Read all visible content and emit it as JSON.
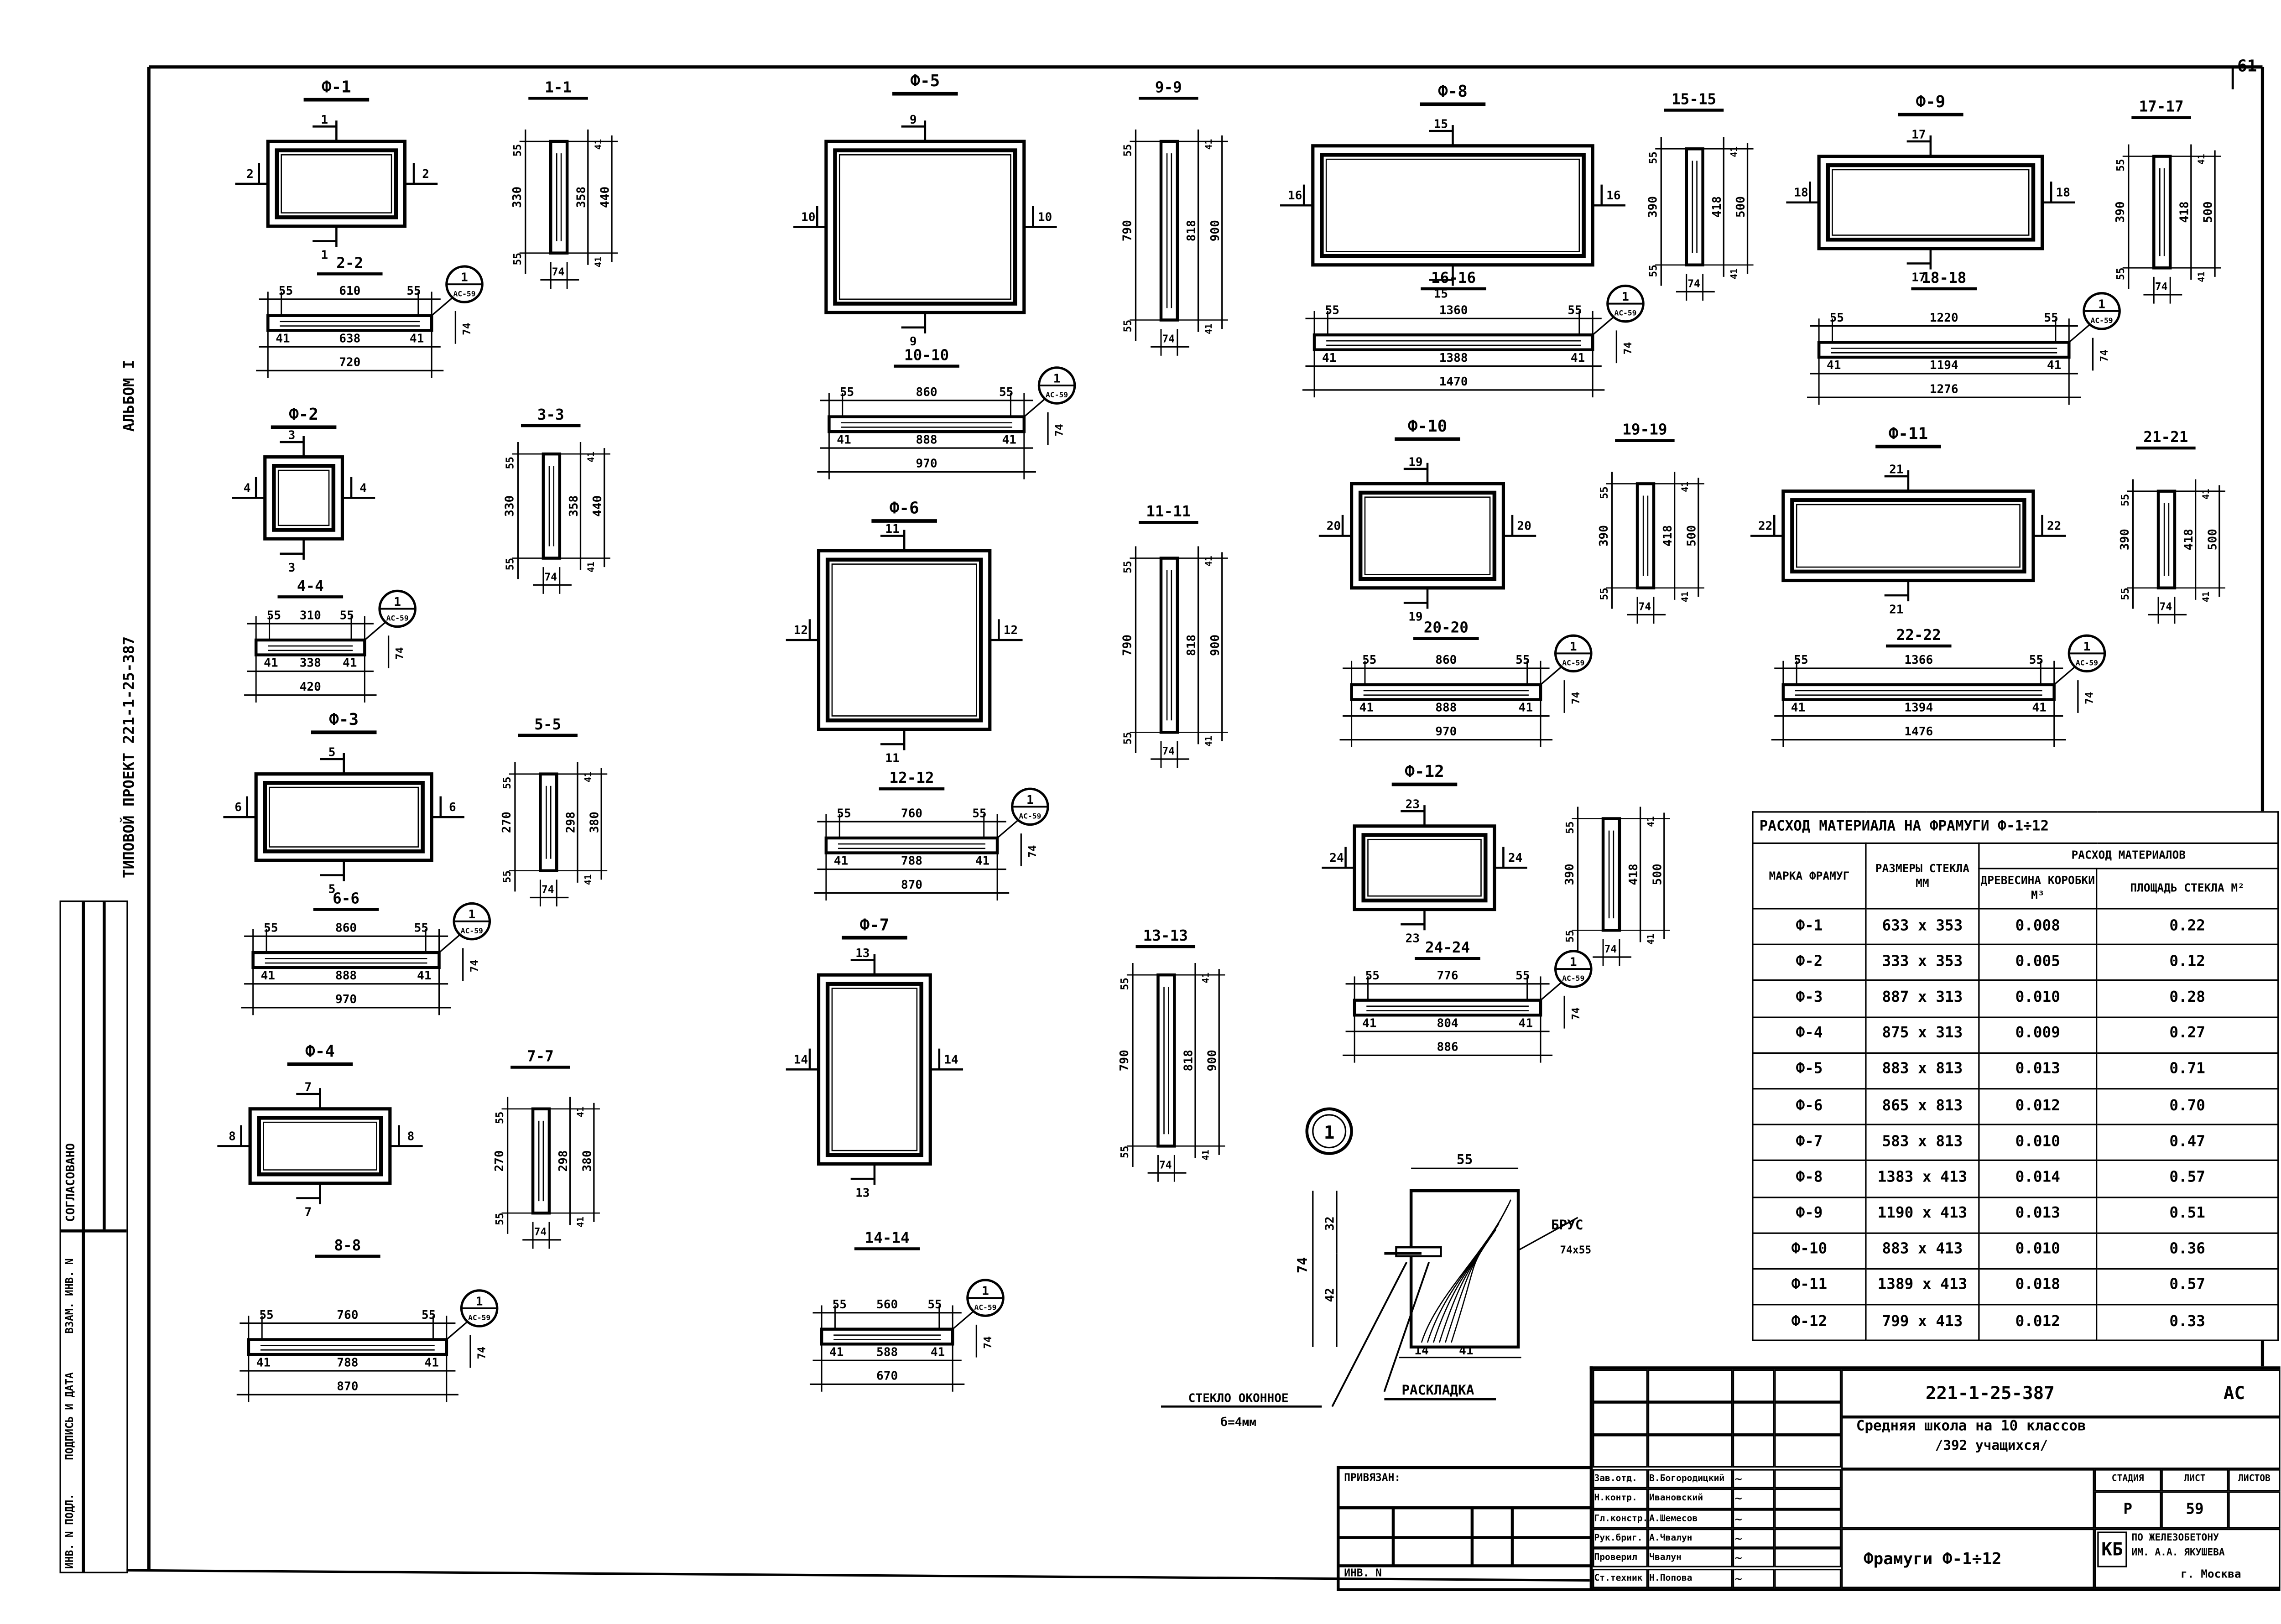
{
  "page_number": "61",
  "side": {
    "album": "АЛЬБОМ I",
    "project": "ТИПОВОЙ   ПРОЕКТ   221-1-25-387",
    "stamp": [
      "СОГЛАСОВАНО",
      "ВЗАМ. ИНВ. N",
      "ПОДПИСЬ И ДАТА",
      "ИНВ. N ПОДЛ."
    ]
  },
  "elevations": [
    {
      "title": "Ф-1",
      "marks": [
        "1",
        "2",
        "2",
        "1"
      ]
    },
    {
      "title": "Ф-2",
      "marks": [
        "3",
        "4",
        "4",
        "3"
      ]
    },
    {
      "title": "Ф-3",
      "marks": [
        "5",
        "6",
        "6",
        "5"
      ]
    },
    {
      "title": "Ф-4",
      "marks": [
        "7",
        "8",
        "8",
        "7"
      ]
    },
    {
      "title": "Ф-5",
      "marks": [
        "9",
        "10",
        "10",
        "9"
      ]
    },
    {
      "title": "Ф-6",
      "marks": [
        "11",
        "12",
        "12",
        "11"
      ]
    },
    {
      "title": "Ф-7",
      "marks": [
        "13",
        "14",
        "14",
        "13"
      ]
    },
    {
      "title": "Ф-8",
      "marks": [
        "15",
        "16",
        "16",
        "15"
      ]
    },
    {
      "title": "Ф-9",
      "marks": [
        "17",
        "18",
        "18",
        "17"
      ]
    },
    {
      "title": "Ф-10",
      "marks": [
        "19",
        "20",
        "20",
        "19"
      ]
    },
    {
      "title": "Ф-11",
      "marks": [
        "21",
        "22",
        "22",
        "21"
      ]
    },
    {
      "title": "Ф-12",
      "marks": [
        "23",
        "24",
        "24",
        "23"
      ]
    }
  ],
  "horizontal_sections": [
    {
      "title": "2-2",
      "top": [
        "55",
        "610",
        "55"
      ],
      "bottom": [
        "41",
        "638",
        "41"
      ],
      "total": "720",
      "depth": "74"
    },
    {
      "title": "4-4",
      "top": [
        "55",
        "310",
        "55"
      ],
      "bottom": [
        "41",
        "338",
        "41"
      ],
      "total": "420",
      "depth": "74"
    },
    {
      "title": "6-6",
      "top": [
        "55",
        "860",
        "55"
      ],
      "bottom": [
        "41",
        "888",
        "41"
      ],
      "total": "970",
      "depth": "74"
    },
    {
      "title": "8-8",
      "top": [
        "55",
        "760",
        "55"
      ],
      "bottom": [
        "41",
        "788",
        "41"
      ],
      "total": "870",
      "depth": "74"
    },
    {
      "title": "10-10",
      "top": [
        "55",
        "860",
        "55"
      ],
      "bottom": [
        "41",
        "888",
        "41"
      ],
      "total": "970",
      "depth": "74"
    },
    {
      "title": "12-12",
      "top": [
        "55",
        "760",
        "55"
      ],
      "bottom": [
        "41",
        "788",
        "41"
      ],
      "total": "870",
      "depth": "74"
    },
    {
      "title": "14-14",
      "top": [
        "55",
        "560",
        "55"
      ],
      "bottom": [
        "41",
        "588",
        "41"
      ],
      "total": "670",
      "depth": "74"
    },
    {
      "title": "16-16",
      "top": [
        "55",
        "1360",
        "55"
      ],
      "bottom": [
        "41",
        "1388",
        "41"
      ],
      "total": "1470",
      "depth": "74"
    },
    {
      "title": "18-18",
      "top": [
        "55",
        "1220",
        "55"
      ],
      "bottom": [
        "41",
        "1194",
        "41"
      ],
      "total": "1276",
      "depth": "74"
    },
    {
      "title": "20-20",
      "top": [
        "55",
        "860",
        "55"
      ],
      "bottom": [
        "41",
        "888",
        "41"
      ],
      "total": "970",
      "depth": "74"
    },
    {
      "title": "22-22",
      "top": [
        "55",
        "1366",
        "55"
      ],
      "bottom": [
        "41",
        "1394",
        "41"
      ],
      "total": "1476",
      "depth": "74"
    },
    {
      "title": "24-24",
      "top": [
        "55",
        "776",
        "55"
      ],
      "bottom": [
        "41",
        "804",
        "41"
      ],
      "total": "886",
      "depth": "74"
    }
  ],
  "callout": {
    "number": "1",
    "sheet": "АС-59"
  },
  "vertical_sections": [
    {
      "title": "1-1",
      "left": [
        "55",
        "330",
        "55"
      ],
      "right": [
        "41",
        "358",
        "41"
      ],
      "total": "440",
      "depth": "74"
    },
    {
      "title": "3-3",
      "left": [
        "55",
        "330",
        "55"
      ],
      "right": [
        "41",
        "358",
        "41"
      ],
      "total": "440",
      "depth": "74"
    },
    {
      "title": "5-5",
      "left": [
        "55",
        "270",
        "55"
      ],
      "right": [
        "41",
        "298",
        "41"
      ],
      "total": "380",
      "depth": "74"
    },
    {
      "title": "7-7",
      "left": [
        "55",
        "270",
        "55"
      ],
      "right": [
        "41",
        "298",
        "41"
      ],
      "total": "380",
      "depth": "74"
    },
    {
      "title": "9-9",
      "left": [
        "55",
        "790",
        "55"
      ],
      "right": [
        "41",
        "818",
        "41"
      ],
      "total": "900",
      "depth": "74"
    },
    {
      "title": "11-11",
      "left": [
        "55",
        "790",
        "55"
      ],
      "right": [
        "41",
        "818",
        "41"
      ],
      "total": "900",
      "depth": "74"
    },
    {
      "title": "13-13",
      "left": [
        "55",
        "790",
        "55"
      ],
      "right": [
        "41",
        "818",
        "41"
      ],
      "total": "900",
      "depth": "74"
    },
    {
      "title": "15-15",
      "left": [
        "55",
        "390",
        "55"
      ],
      "right": [
        "41",
        "418",
        "41"
      ],
      "total": "500",
      "depth": "74"
    },
    {
      "title": "17-17",
      "left": [
        "55",
        "390",
        "55"
      ],
      "right": [
        "41",
        "418",
        "41"
      ],
      "total": "500",
      "depth": "74"
    },
    {
      "title": "19-19",
      "left": [
        "55",
        "390",
        "55"
      ],
      "right": [
        "41",
        "418",
        "41"
      ],
      "total": "500",
      "depth": "74"
    },
    {
      "title": "21-21",
      "left": [
        "55",
        "390",
        "55"
      ],
      "right": [
        "41",
        "418",
        "41"
      ],
      "total": "500",
      "depth": "74"
    },
    {
      "title": "",
      "left": [
        "55",
        "390",
        "55"
      ],
      "right": [
        "41",
        "418",
        "41"
      ],
      "total": "500",
      "depth": "74"
    }
  ],
  "detail": {
    "number": "1",
    "width": "55",
    "h_top": "32",
    "h_bottom": "42",
    "h_total": "74",
    "w_left": "14",
    "w_right": "41",
    "bar_label": "БРУС",
    "bar_size": "74х55",
    "glass_label": "СТЕКЛО ОКОННОЕ",
    "glass_size": "б=4мм",
    "bead_label": "РАСКЛАДКА"
  },
  "materials_table": {
    "title": "РАСХОД МАТЕРИАЛА НА ФРАМУГИ Ф-1÷12",
    "col_mark": "МАРКА ФРАМУГ",
    "col_size": "РАЗМЕРЫ СТЕКЛА ММ",
    "col_group": "РАСХОД МАТЕРИАЛОВ",
    "col_wood": "ДРЕВЕСИНА КОРОБКИ М³",
    "col_area": "ПЛОЩАДЬ СТЕКЛА М²",
    "rows": [
      [
        "Ф-1",
        "633 х 353",
        "0.008",
        "0.22"
      ],
      [
        "Ф-2",
        "333 х 353",
        "0.005",
        "0.12"
      ],
      [
        "Ф-3",
        "887 х 313",
        "0.010",
        "0.28"
      ],
      [
        "Ф-4",
        "875 х 313",
        "0.009",
        "0.27"
      ],
      [
        "Ф-5",
        "883 х 813",
        "0.013",
        "0.71"
      ],
      [
        "Ф-6",
        "865 х 813",
        "0.012",
        "0.70"
      ],
      [
        "Ф-7",
        "583 х 813",
        "0.010",
        "0.47"
      ],
      [
        "Ф-8",
        "1383 х 413",
        "0.014",
        "0.57"
      ],
      [
        "Ф-9",
        "1190 х 413",
        "0.013",
        "0.51"
      ],
      [
        "Ф-10",
        "883 х 413",
        "0.010",
        "0.36"
      ],
      [
        "Ф-11",
        "1389 х 413",
        "0.018",
        "0.57"
      ],
      [
        "Ф-12",
        "799 х 413",
        "0.012",
        "0.33"
      ]
    ]
  },
  "title_block": {
    "attached": "ПРИВЯЗАН:",
    "inv": "ИНВ. N",
    "code": "221-1-25-387",
    "section": "АС",
    "object_line1": "Средняя  школа  на 10 классов",
    "object_line2": "/392 учащихся/",
    "stage_label": "СТАДИЯ",
    "sheet_label": "ЛИСТ",
    "sheets_label": "ЛИСТОВ",
    "stage": "Р",
    "sheet": "59",
    "drawing_title": "Фрамуги Ф-1÷12",
    "org_logo": "КБ",
    "org_line1": "ПО ЖЕЛЕЗОБЕТОНУ",
    "org_line2": "ИМ. А.А. ЯКУШЕВА",
    "org_city": "г. Москва",
    "signatures": [
      {
        "role": "Зав.отд.",
        "name": "В.Богородицкий"
      },
      {
        "role": "Н.контр.",
        "name": "Ивановский"
      },
      {
        "role": "Гл.констр.",
        "name": "А.Шемесов"
      },
      {
        "role": "Рук.бриг.",
        "name": "А.Чвалун"
      },
      {
        "role": "Проверил",
        "name": "Чвалун"
      },
      {
        "role": "Ст.техник",
        "name": "Н.Попова"
      }
    ]
  }
}
